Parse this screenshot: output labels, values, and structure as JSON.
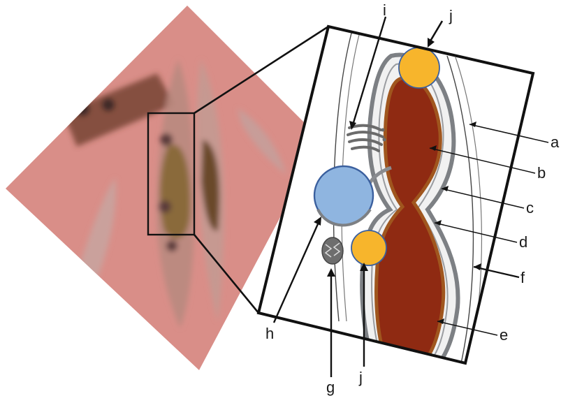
{
  "labels": {
    "a": "a",
    "b": "b",
    "c": "c",
    "d": "d",
    "e": "e",
    "f": "f",
    "g": "g",
    "h": "h",
    "i": "i",
    "j_top": "j",
    "j_bottom": "j"
  },
  "colors": {
    "micrograph_bg": "#d98e88",
    "chloroplast": "#8f2a12",
    "chloroplast_rim": "#a0561e",
    "envelope_grey": "#7d8084",
    "lipid_droplet": "#f7b52c",
    "nucleus": "#8fb5e0",
    "nucleus_outline": "#3a5f9e",
    "mitochondrion": "#6e6e6e"
  }
}
